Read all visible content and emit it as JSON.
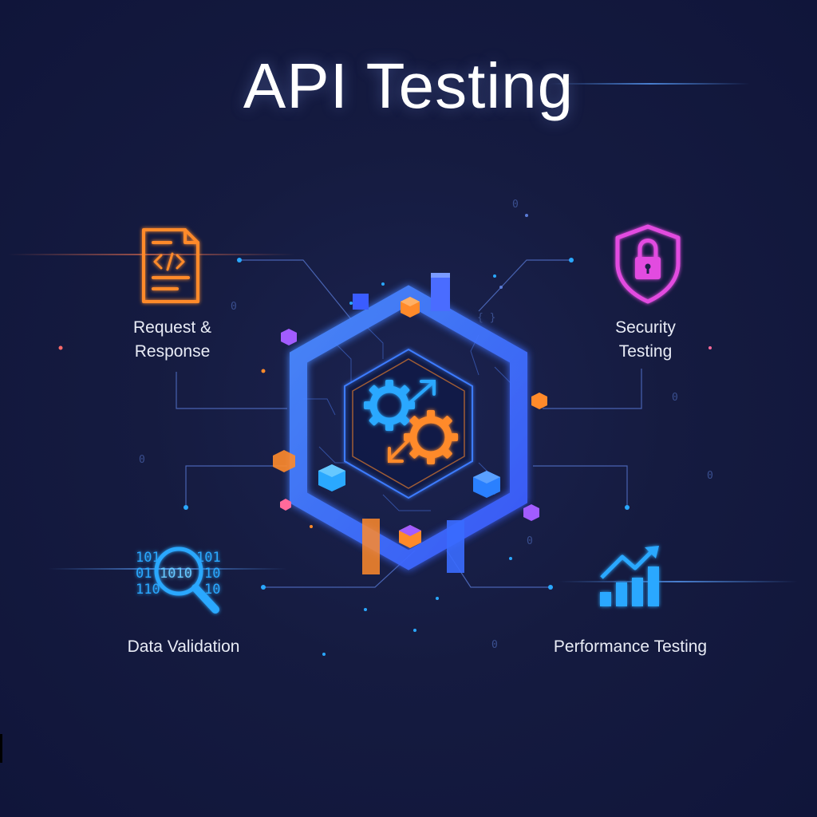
{
  "title": "API Testing",
  "features": {
    "request_response": {
      "label_line1": "Request &",
      "label_line2": "Response",
      "icon": "code-document-icon"
    },
    "security_testing": {
      "label_line1": "Security",
      "label_line2": "Testing",
      "icon": "shield-lock-icon"
    },
    "data_validation": {
      "label": "Data Validation",
      "icon": "binary-magnifier-icon"
    },
    "performance_testing": {
      "label": "Performance Testing",
      "icon": "growth-chart-icon"
    }
  },
  "center": {
    "icon": "gears-exchange-icon"
  },
  "colors": {
    "background": "#151b40",
    "hexagon": "#3d7cff",
    "orange": "#ff8a2a",
    "magenta": "#e24ce0",
    "cyan": "#2aa8ff"
  }
}
